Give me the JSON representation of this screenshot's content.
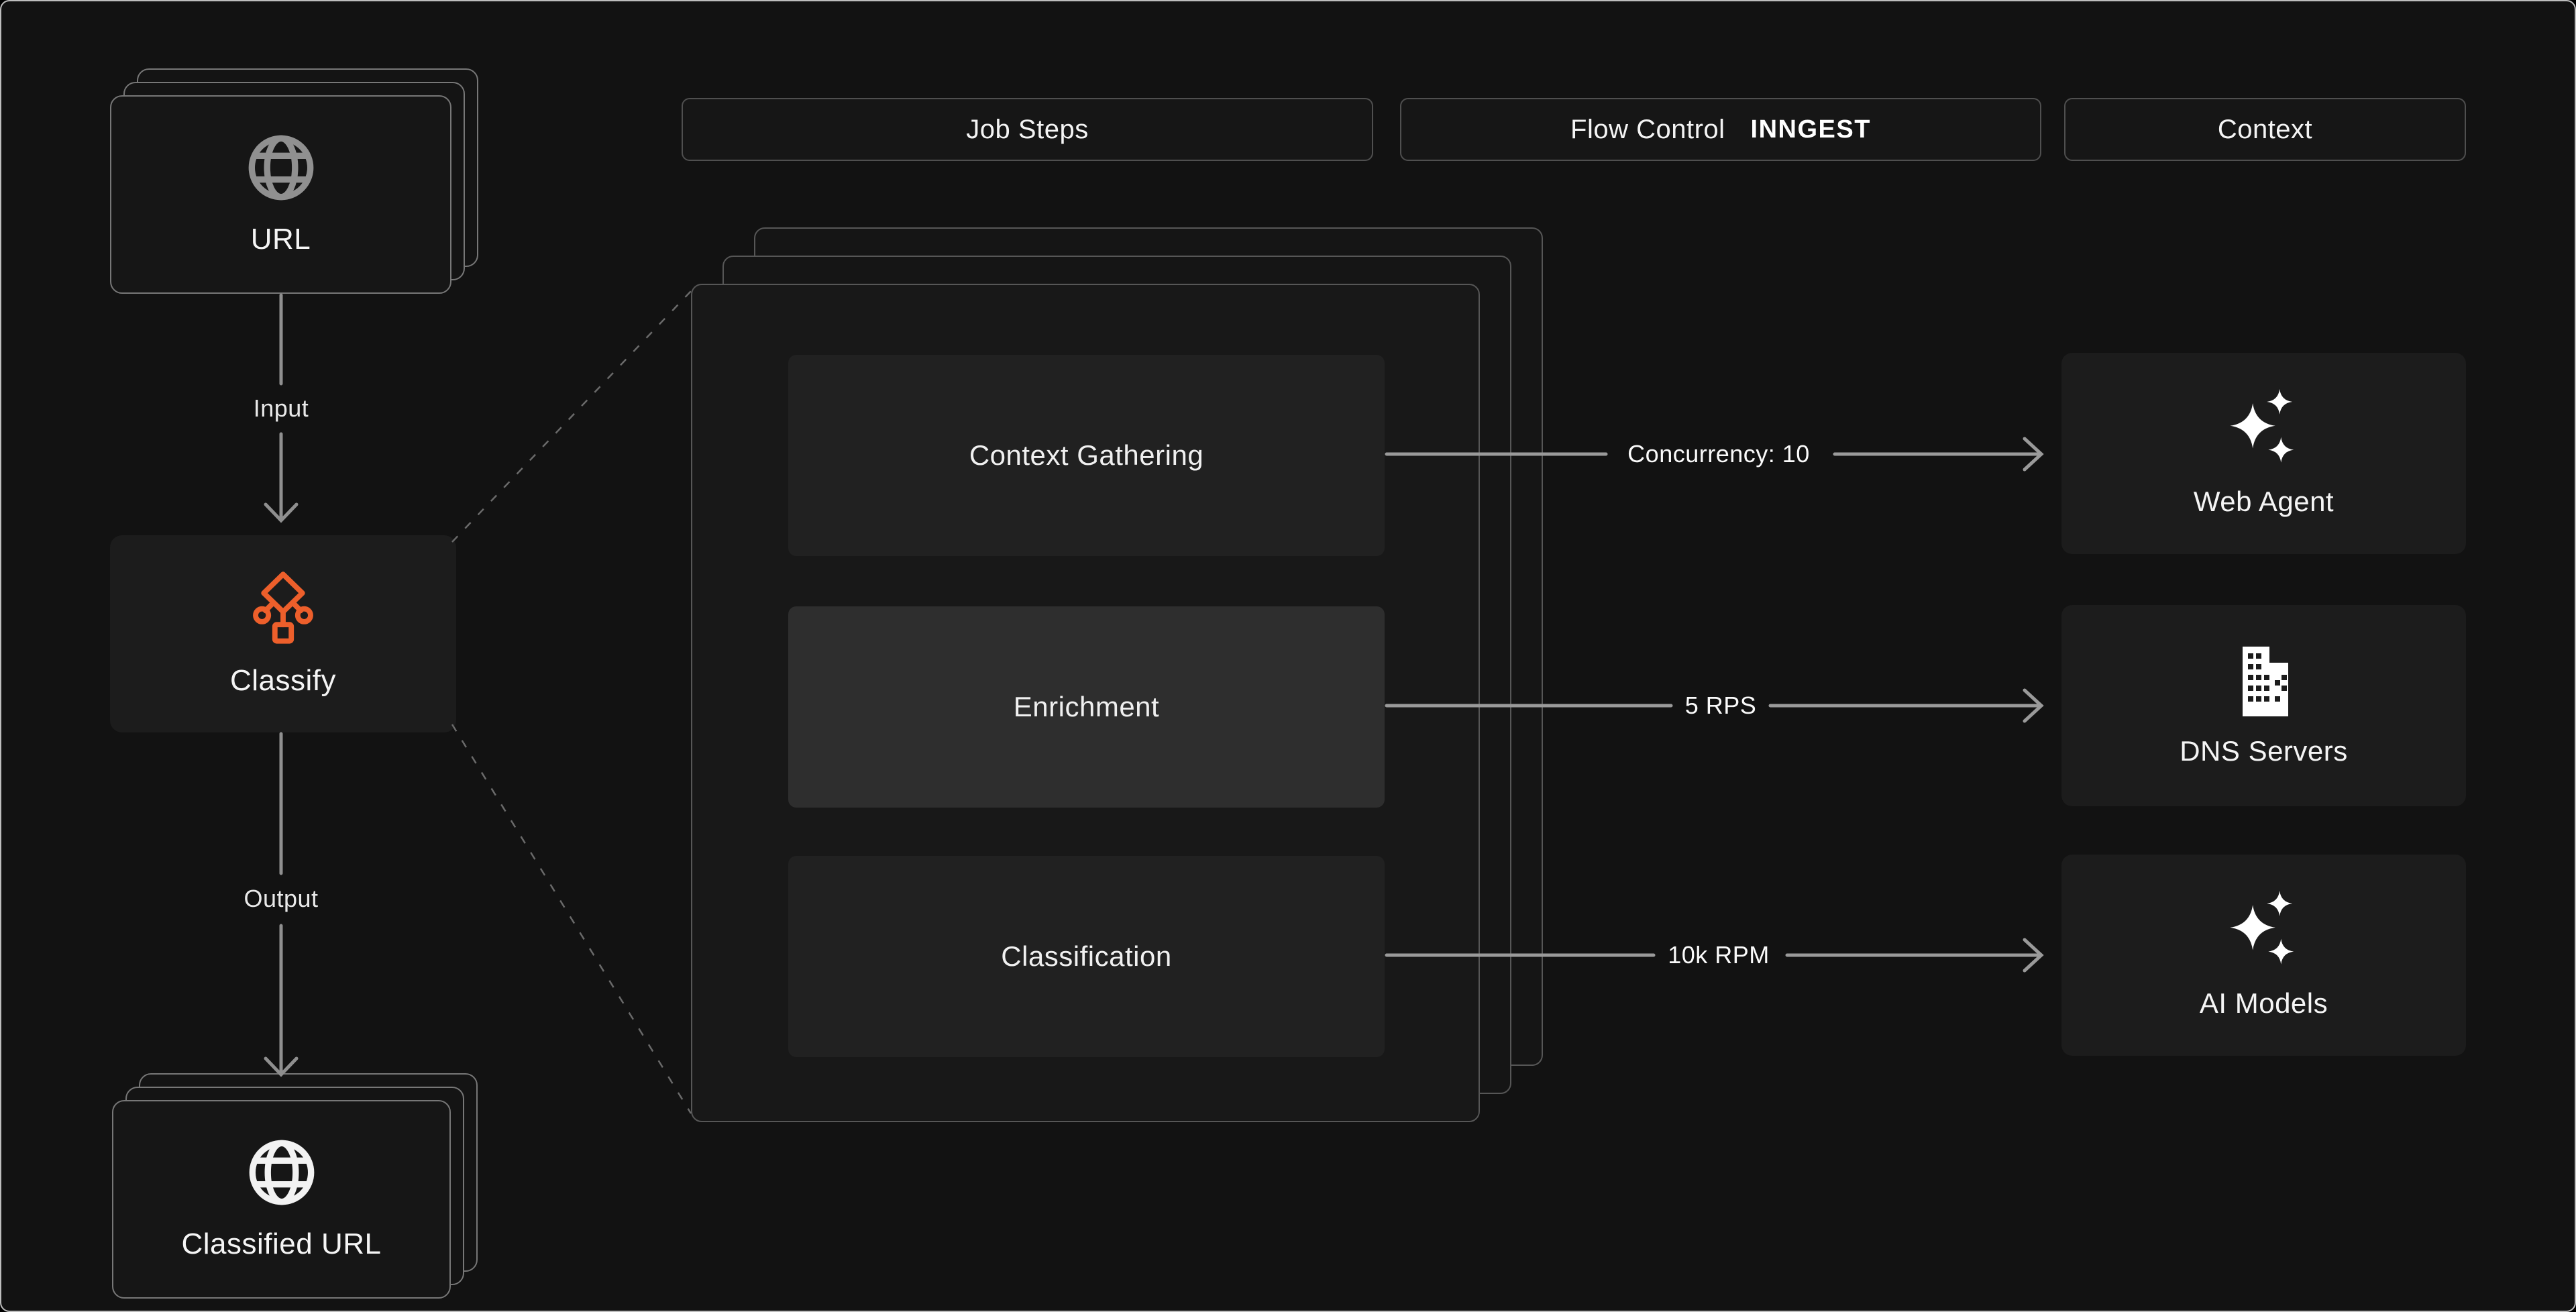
{
  "title": "URL classification pipeline diagram",
  "colors": {
    "background": "#121212",
    "accent_orange": "#ed5f2b",
    "arrow_gray": "#9a9a9a",
    "dashed_gray": "#6a6a6a",
    "border_gray": "#565656"
  },
  "header": {
    "chips": [
      {
        "label": "Job Steps"
      },
      {
        "label": "Flow Control",
        "logo": "INNGEST"
      },
      {
        "label": "Context"
      }
    ]
  },
  "left_flow": {
    "url_card": {
      "label": "URL",
      "icon": "globe-icon"
    },
    "input_label": "Input",
    "classify_node": {
      "label": "Classify",
      "icon": "classify-tree-icon"
    },
    "output_label": "Output",
    "classified_card": {
      "label": "Classified URL",
      "icon": "globe-icon"
    }
  },
  "job_steps_panel": {
    "steps": [
      {
        "label": "Context Gathering",
        "highlighted": false
      },
      {
        "label": "Enrichment",
        "highlighted": true
      },
      {
        "label": "Classification",
        "highlighted": false
      }
    ]
  },
  "connections": [
    {
      "from": "Context Gathering",
      "to": "Web Agent",
      "label": "Concurrency: 10"
    },
    {
      "from": "Enrichment",
      "to": "DNS Servers",
      "label": "5 RPS"
    },
    {
      "from": "Classification",
      "to": "AI Models",
      "label": "10k RPM"
    }
  ],
  "context_cards": [
    {
      "label": "Web Agent",
      "icon": "sparkles-icon"
    },
    {
      "label": "DNS Servers",
      "icon": "building-icon"
    },
    {
      "label": "AI Models",
      "icon": "sparkles-icon"
    }
  ]
}
